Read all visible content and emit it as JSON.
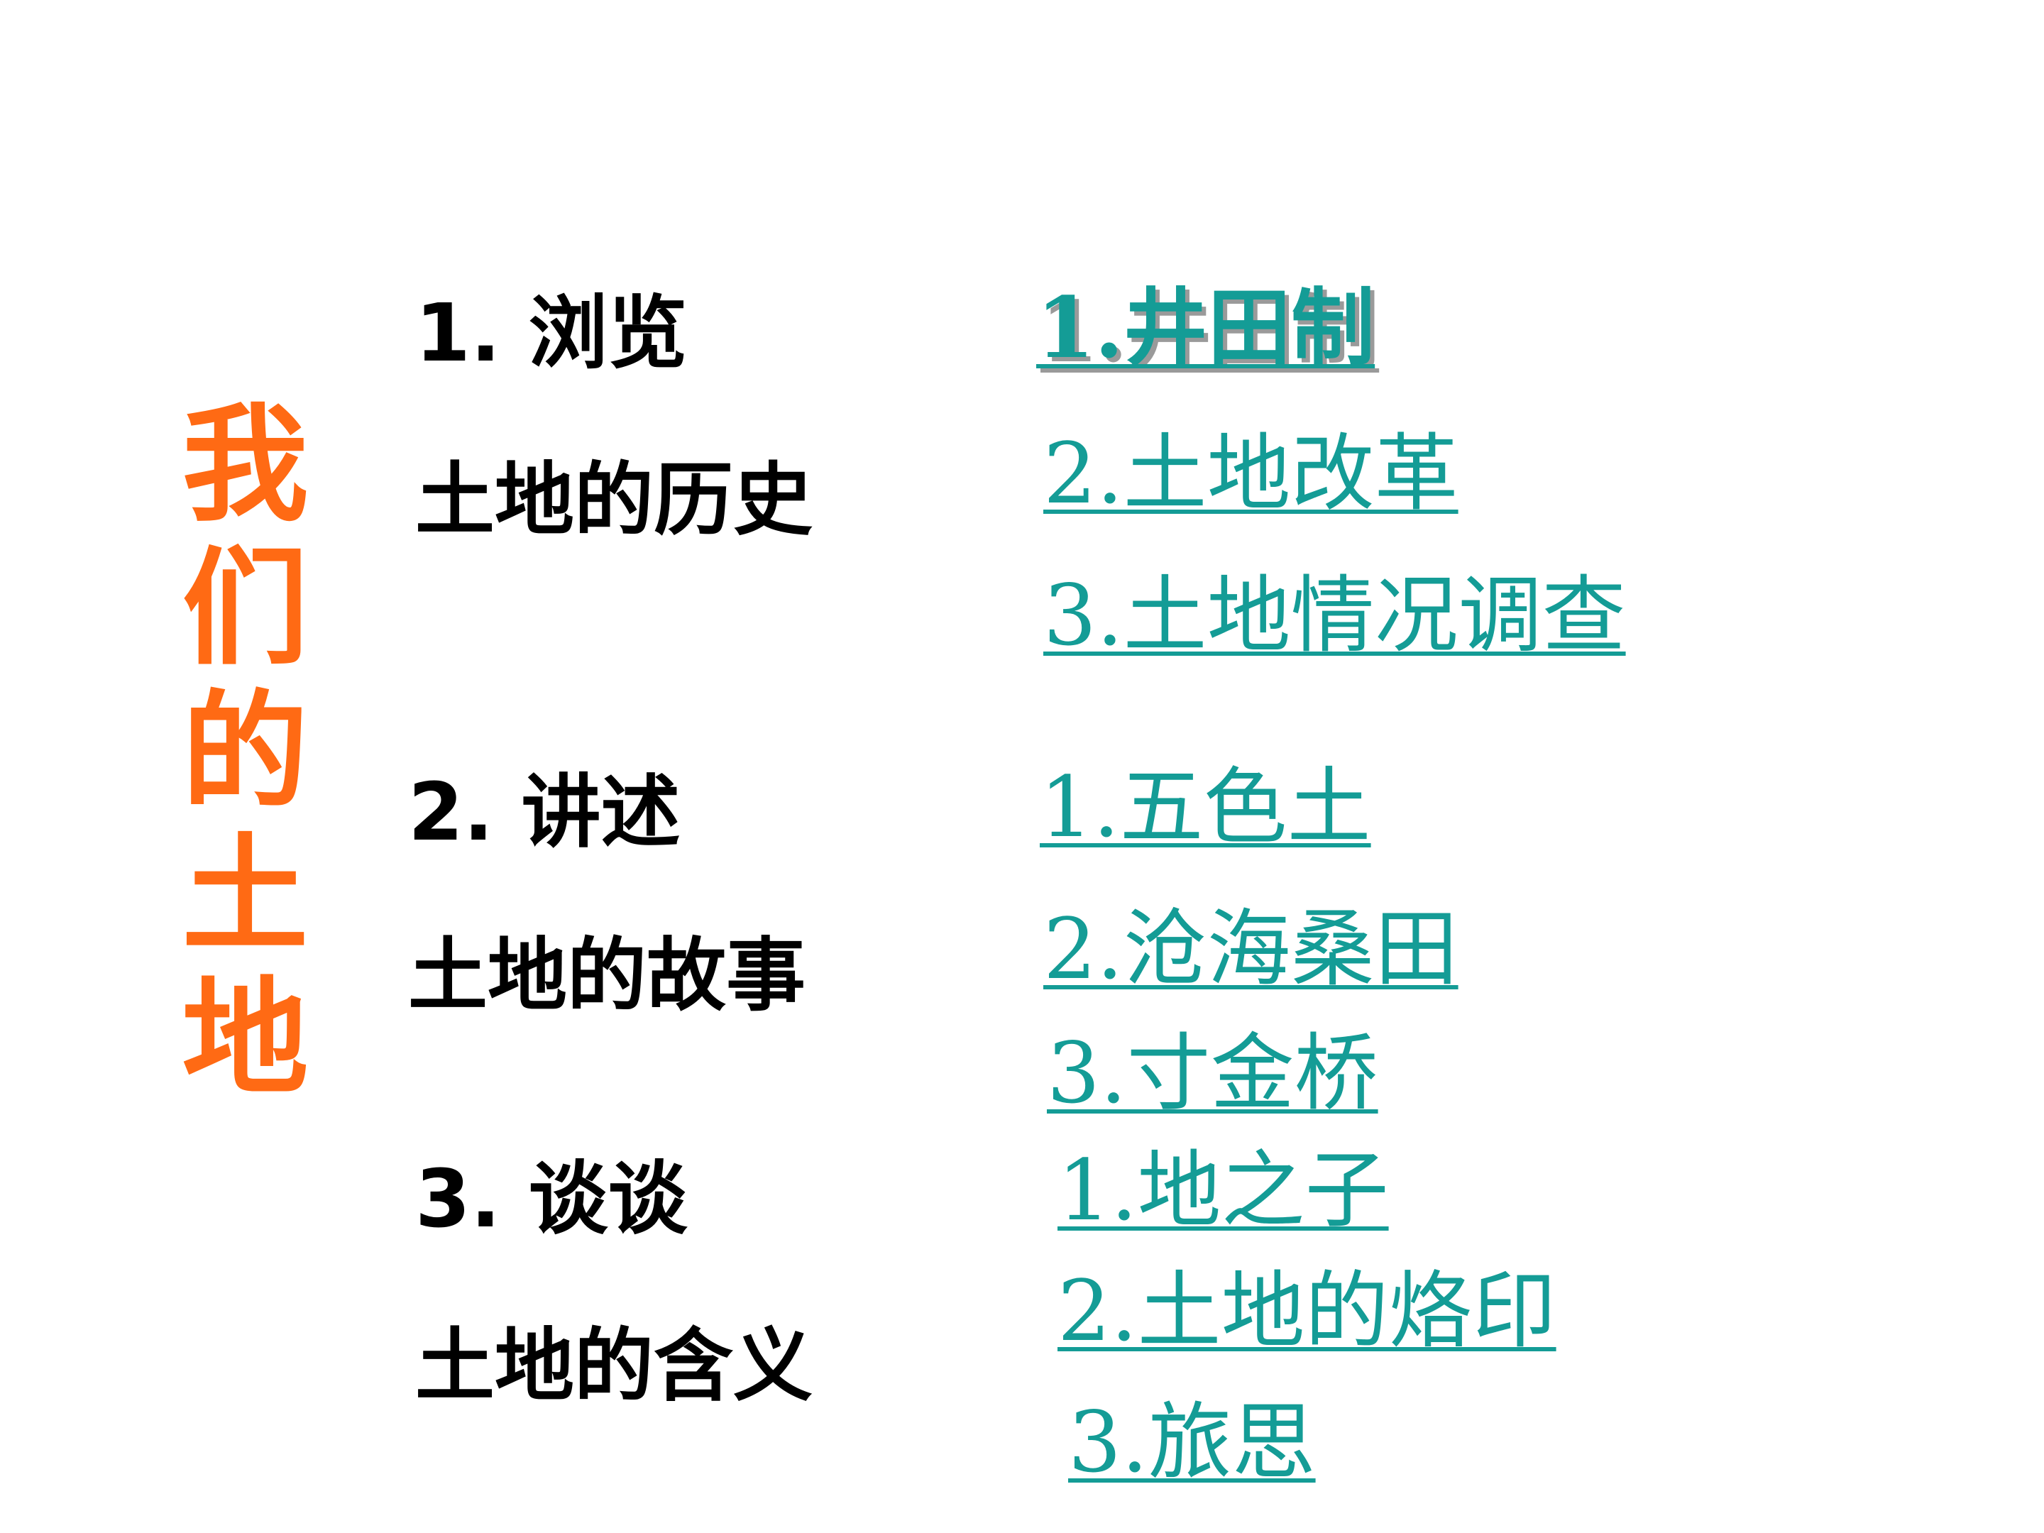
{
  "title": "我们的土地",
  "sections": [
    {
      "heading": "1. 浏览",
      "subheading": "土地的历史",
      "links": [
        "1.井田制",
        "2.土地改革",
        "3.土地情况调查"
      ]
    },
    {
      "heading": "2. 讲述",
      "subheading": "土地的故事",
      "links": [
        "1.五色土",
        "2.沧海桑田",
        "3.寸金桥"
      ]
    },
    {
      "heading": "3. 谈谈",
      "subheading": "土地的含义",
      "links": [
        "1.地之子",
        "2.土地的烙印",
        "3.旅思"
      ]
    }
  ],
  "colors": {
    "title": "#ff6a14",
    "text": "#000000",
    "link": "#149c96"
  }
}
